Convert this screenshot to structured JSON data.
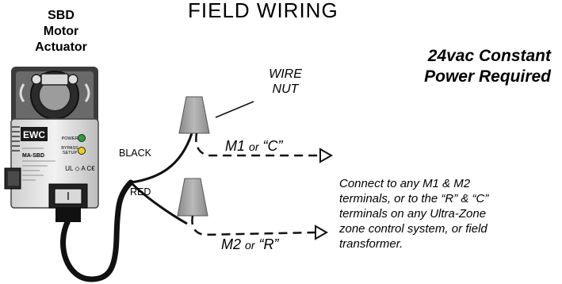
{
  "header": {
    "title": "FIELD WIRING"
  },
  "actuator": {
    "label_line1": "SBD",
    "label_line2": "Motor",
    "label_line3": "Actuator",
    "brand": "EWC",
    "model": "MA-SBD",
    "power_label": "POWER",
    "bypass_label_1": "BYPASS",
    "bypass_label_2": "SETUP",
    "cert_marks": "UL ◇ A C€",
    "power_led_color": "#2e9e3a",
    "bypass_led_color": "#e8d21a"
  },
  "requirement": {
    "line1": "24vac Constant",
    "line2": "Power Required"
  },
  "wire_nut": {
    "line1": "WIRE",
    "line2": "NUT"
  },
  "wires": {
    "black_label": "BLACK",
    "red_label": "RED"
  },
  "terminals": {
    "m1": "M1",
    "m1_or": "or",
    "m1_alt": "“C”",
    "m2": "M2",
    "m2_or": "or",
    "m2_alt": "“R”"
  },
  "description": {
    "line1": "Connect to any M1 & M2",
    "line2": "terminals, or to the “R” & “C”",
    "line3": "terminals on any Ultra-Zone",
    "line4": "zone control system, or field",
    "line5": "transformer."
  }
}
